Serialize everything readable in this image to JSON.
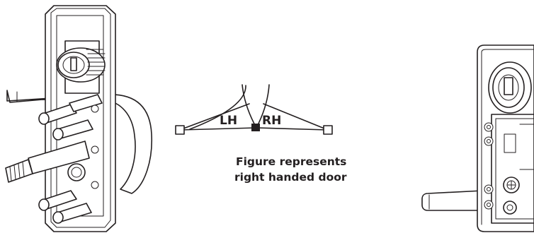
{
  "diagram": {
    "left_label": "LH",
    "right_label": "RH",
    "caption_line1": "Figure represents",
    "caption_line2": "right handed door"
  }
}
